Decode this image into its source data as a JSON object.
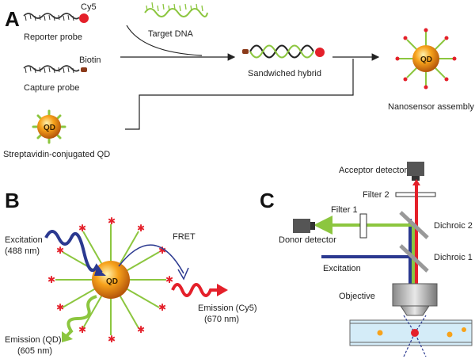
{
  "panels": {
    "a": "A",
    "b": "B",
    "c": "C"
  },
  "panel_a": {
    "reporter_probe": "Reporter probe",
    "cy5": "Cy5",
    "capture_probe": "Capture probe",
    "biotin": "Biotin",
    "target_dna": "Target DNA",
    "sandwiched_hybrid": "Sandwiched hybrid",
    "streptavidin_qd": "Streptavidin-conjugated QD",
    "nanosensor_assembly": "Nanosensor assembly",
    "qd": "QD"
  },
  "panel_b": {
    "excitation": "Excitation",
    "excitation_wavelength": "(488 nm)",
    "fret": "FRET",
    "qd": "QD",
    "emission_cy5": "Emission (Cy5)",
    "emission_cy5_wavelength": "(670 nm)",
    "emission_qd": "Emission (QD)",
    "emission_qd_wavelength": "(605 nm)"
  },
  "panel_c": {
    "acceptor_detector": "Acceptor detector",
    "filter2": "Filter 2",
    "filter1": "Filter 1",
    "dichroic2": "Dichroic 2",
    "donor_detector": "Donor detector",
    "dichroic1": "Dichroic 1",
    "excitation": "Excitation",
    "objective": "Objective"
  },
  "colors": {
    "dna_green": "#8cc63f",
    "cy5_red": "#e4202a",
    "excitation_blue": "#2b3990",
    "qd_orange": "#f7a21b",
    "glass_blue": "#d4ecf8"
  }
}
